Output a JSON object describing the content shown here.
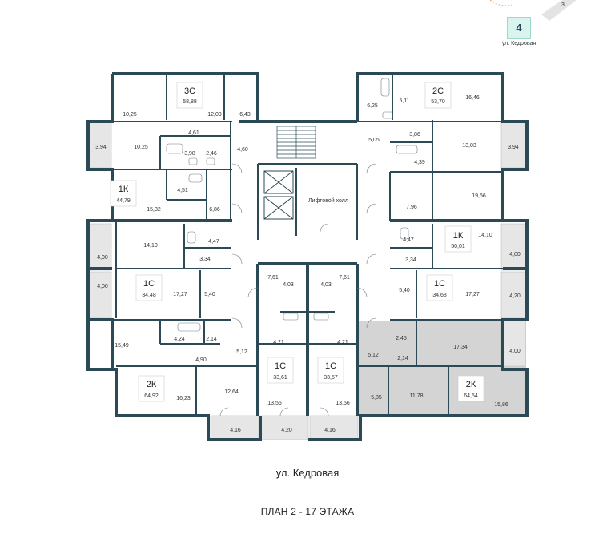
{
  "floor_indicator": {
    "number": "4",
    "street": "ул. Кедровая",
    "corner_mark": "3"
  },
  "hall_label": "Лифтовой холл",
  "apartments": [
    {
      "id": "a3c",
      "type": "3С",
      "area": "58,88"
    },
    {
      "id": "a2c",
      "type": "2С",
      "area": "53,70"
    },
    {
      "id": "a1k_l",
      "type": "1К",
      "area": "44,79"
    },
    {
      "id": "a1k_r",
      "type": "1К",
      "area": "50,01"
    },
    {
      "id": "a1c_l",
      "type": "1С",
      "area": "34,48"
    },
    {
      "id": "a1c_r",
      "type": "1С",
      "area": "34,68"
    },
    {
      "id": "a1c_ml",
      "type": "1С",
      "area": "33,61"
    },
    {
      "id": "a1c_mr",
      "type": "1С",
      "area": "33,57"
    },
    {
      "id": "a2k_l",
      "type": "2К",
      "area": "64,92"
    },
    {
      "id": "a2k_r",
      "type": "2К",
      "area": "64,54"
    }
  ],
  "room_areas": [
    "10,25",
    "12,09",
    "6,43",
    "4,61",
    "3,94",
    "10,25",
    "3,98",
    "2,46",
    "4,60",
    "6,25",
    "5,11",
    "16,46",
    "3,86",
    "5,05",
    "13,03",
    "3,94",
    "4,39",
    "4,51",
    "15,32",
    "6,86",
    "7,96",
    "19,56",
    "14,10",
    "4,47",
    "3,34",
    "4,00",
    "4,47",
    "14,10",
    "3,34",
    "4,00",
    "4,00",
    "17,27",
    "5,40",
    "7,61",
    "7,61",
    "4,03",
    "4,03",
    "5,40",
    "17,27",
    "4,20",
    "15,49",
    "4,24",
    "2,14",
    "5,12",
    "4,21",
    "4,21",
    "5,12",
    "2,45",
    "17,34",
    "4,00",
    "4,90",
    "2,14",
    "16,23",
    "12,64",
    "13,56",
    "13,56",
    "5,85",
    "11,78",
    "15,86",
    "4,16",
    "4,20",
    "4,16"
  ],
  "street_label": "ул. Кедровая",
  "plan_title": "ПЛАН 2 - 17 ЭТАЖА",
  "colors": {
    "wall": "#2c4a55",
    "balcony": "#d7d7d7",
    "window": "#9aa6ab",
    "highlight": "#d4d4d4",
    "floor_badge": "#d9f3ee"
  }
}
